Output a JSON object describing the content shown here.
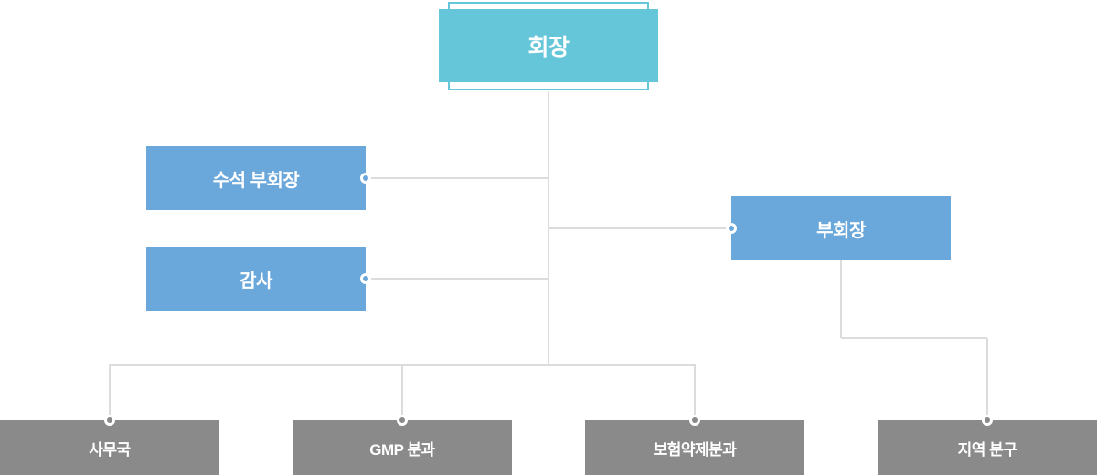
{
  "colors": {
    "teal": "#66c6d9",
    "blue": "#6aa7db",
    "gray": "#8a8a8a",
    "line": "#dcdcdc",
    "text": "#ffffff"
  },
  "nodes": {
    "chairman": {
      "label": "회장"
    },
    "senior_vice_chairman": {
      "label": "수석 부회장"
    },
    "auditor": {
      "label": "감사"
    },
    "vice_chairman": {
      "label": "부회장"
    },
    "secretariat": {
      "label": "사무국"
    },
    "gmp_division": {
      "label": "GMP 분과"
    },
    "insurance_pharma_division": {
      "label": "보험약제분과"
    },
    "regional_branch": {
      "label": "지역 분구"
    }
  }
}
